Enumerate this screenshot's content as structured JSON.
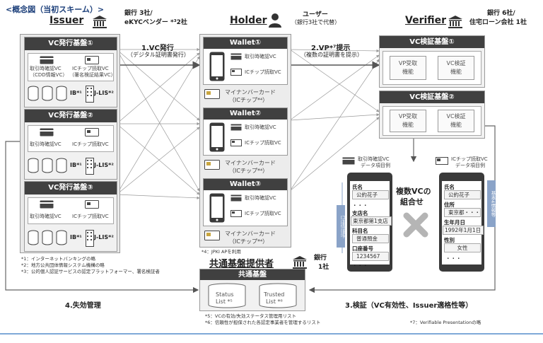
{
  "title": "<概念図（当初スキーム）>",
  "issuer": {
    "label": "Issuer",
    "note_line1": "銀行 3社/",
    "note_line2": "eKYCベンダー *³2社",
    "platforms": [
      {
        "header": "VC発行基盤①",
        "vc1": "取引時確認VC",
        "vc1_sub": "（CDD情報VC）",
        "vc2": "ICチップ読取VC",
        "vc2_sub": "（署名検証結果VC）",
        "ib": "IB*¹",
        "jlis": "J-LIS*²"
      },
      {
        "header": "VC発行基盤②",
        "vc1": "取引時確認VC",
        "vc2": "ICチップ読取VC",
        "ib": "IB*¹",
        "jlis": "J-LIS*²"
      },
      {
        "header": "VC発行基盤③",
        "vc1": "取引時確認VC",
        "vc2": "ICチップ読取VC",
        "ib": "IB*¹",
        "jlis": "J-LIS*²"
      }
    ]
  },
  "holder": {
    "label": "Holder",
    "note_line1": "ユーザー",
    "note_line2": "（銀行3社で代替）",
    "wallets": [
      {
        "header": "Wallet①",
        "vc1": "取引時確認VC",
        "vc2": "ICチップ読取VC",
        "card": "マイナンバーカード",
        "card_sub": "（ICチップ*⁴）"
      },
      {
        "header": "Wallet②",
        "vc1": "取引時確認VC",
        "vc2": "ICチップ読取VC",
        "card": "マイナンバーカード",
        "card_sub": "（ICチップ*⁴）"
      },
      {
        "header": "Wallet③",
        "vc1": "取引時確認VC",
        "vc2": "ICチップ読取VC",
        "card": "マイナンバーカード",
        "card_sub": "（ICチップ*⁴）"
      }
    ],
    "footnote4": "*4：JPKI APを利用"
  },
  "verifier": {
    "label": "Verifier",
    "note_line1": "銀行 6社/",
    "note_line2": "住宅ローン会社 1社",
    "platforms": [
      {
        "header": "VC検証基盤①",
        "f1": "VP受取",
        "f1b": "機能",
        "f2": "VC検証",
        "f2b": "機能"
      },
      {
        "header": "VC検証基盤②",
        "f1": "VP受取",
        "f1b": "機能",
        "f2": "VC検証",
        "f2b": "機能"
      }
    ]
  },
  "arrows": {
    "issue": "1.VC発行",
    "issue_sub": "（デジタル証明書発行）",
    "present": "2.VP*⁷提示",
    "present_sub": "（複数の証明書を提示）",
    "verify": "3.検証（VC有効性、Issuer適格性等）",
    "revoke": "4.失効管理"
  },
  "combo": {
    "label1": "複数VCの",
    "label2": "組合せ",
    "left_card_title1": "取引時確認VC",
    "left_card_title2": "データ項目例",
    "right_card_title1": "ICチップ読取VC",
    "right_card_title2": "データ項目例",
    "left_tag": "口座情報等",
    "right_tag": "基本4情報等",
    "left_fields": [
      {
        "label": "氏名",
        "value": "公約花子"
      },
      {
        "label": "",
        "value": "・・・"
      },
      {
        "label": "支店名",
        "value": "東京都第1支店"
      },
      {
        "label": "科目名",
        "value": "普通預金"
      },
      {
        "label": "口座番号",
        "value": "1234567"
      },
      {
        "label": "",
        "value": "・・・"
      }
    ],
    "right_fields": [
      {
        "label": "氏名",
        "value": "公約花子"
      },
      {
        "label": "住所",
        "value": "東京都・・・"
      },
      {
        "label": "生年月日",
        "value": "1992年1月1日"
      },
      {
        "label": "性別",
        "value": "女性"
      },
      {
        "label": "",
        "value": "・・・"
      }
    ]
  },
  "common": {
    "label": "共通基盤提供者",
    "bank_note1": "銀行",
    "bank_note2": "1社",
    "header": "共通基盤",
    "status1": "Status",
    "status2": "List *⁵",
    "trusted1": "Trusted",
    "trusted2": "List *⁶"
  },
  "footnotes": {
    "f1": "*1：インターネットバンキングの略",
    "f2": "*2：地方公共団体情報システム機構の略",
    "f3": "*3：公的個人認証サービスの認定プラットフォーマー、署名検証者",
    "f5": "*5：VCの有効/失効ステータス管理用リスト",
    "f6": "*6：信頼性が担保された各認定事業者を管理するリスト",
    "f7": "*7：Verifiable Presentationの略"
  },
  "colors": {
    "header": "#404040",
    "panel": "#f1f1f1",
    "phone": "#3a3a3a",
    "cardblue": "#8aa3c8",
    "accent": "#2b5aa8"
  }
}
